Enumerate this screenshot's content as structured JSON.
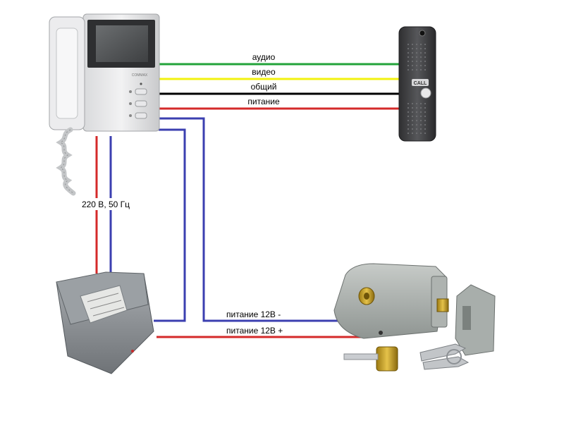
{
  "wires": {
    "audio": "аудио",
    "video": "видео",
    "common": "общий",
    "power": "питание",
    "mains": "220 В, 50 Гц",
    "lock_minus": "питание 12В -",
    "lock_plus": "питание 12В +"
  },
  "devices": {
    "monitor_brand": "COMMAX",
    "call_panel_button": "CALL"
  },
  "colors": {
    "audio": "#22a33a",
    "video": "#f2f20f",
    "common": "#000000",
    "power": "#d42a2a",
    "neutral": "#3b3fb0"
  }
}
